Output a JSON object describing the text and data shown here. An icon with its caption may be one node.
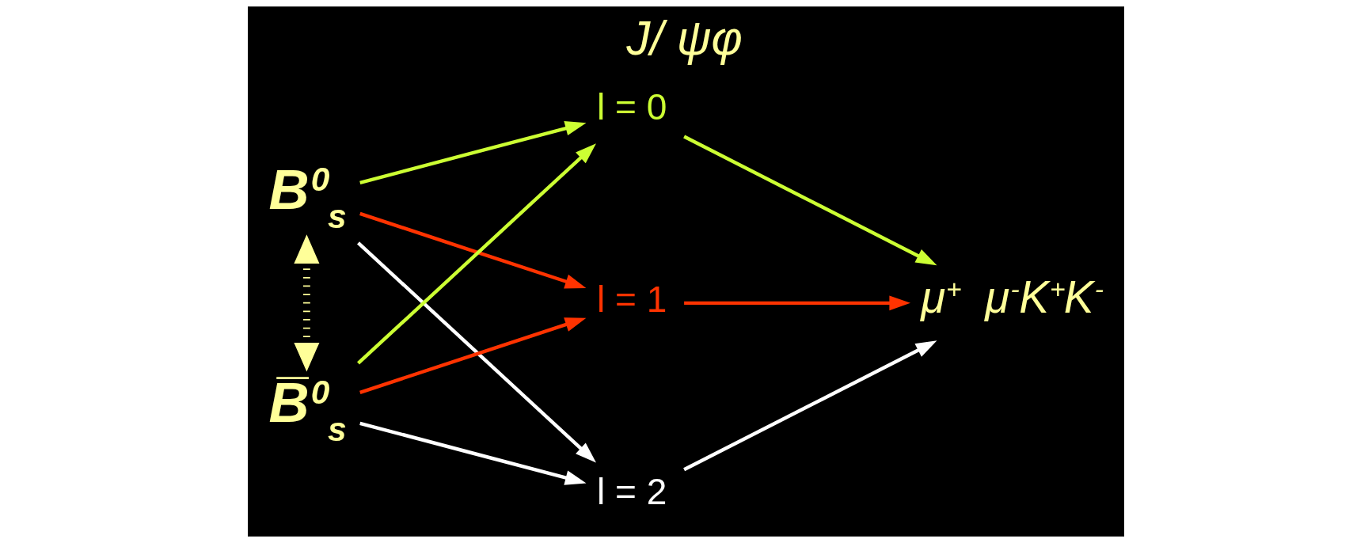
{
  "diagram": {
    "title": "J/ ψφ",
    "nodes": [
      {
        "text": [
          "B$^{0}$$_{s}$"
        ]
      },
      {
        "text": [
          "B̅$^{0}$$_{s}$"
        ]
      },
      {
        "text": [
          "l = 0"
        ]
      },
      {
        "text": [
          "l = 1"
        ]
      },
      {
        "text": [
          "l = 2"
        ]
      },
      {
        "text": [
          "μ$^{+}$ μ$^{-}$K$^{+}$K$^{-}$"
        ]
      }
    ],
    "edges": [
      {
        "from": 0,
        "to": 2,
        "arrow": "to",
        "color": "#ccff33"
      },
      {
        "from": 0,
        "to": 3,
        "arrow": "to",
        "color": "#ff3300"
      },
      {
        "from": 0,
        "to": 4,
        "arrow": "to",
        "color": "#ffffff"
      },
      {
        "from": 1,
        "to": 2,
        "arrow": "to",
        "color": "#ccff33"
      },
      {
        "from": 1,
        "to": 3,
        "arrow": "to",
        "color": "#ff3300"
      },
      {
        "from": 1,
        "to": 4,
        "arrow": "to",
        "color": "#ffffff"
      },
      {
        "from": 2,
        "to": 5,
        "arrow": "to",
        "color": "#ccff33"
      },
      {
        "from": 3,
        "to": 5,
        "arrow": "to",
        "color": "#ff3300"
      },
      {
        "from": 4,
        "to": 5,
        "arrow": "to",
        "color": "#ffffff"
      },
      {
        "from": 0,
        "to": 1,
        "arrow": "both",
        "style": "dashed",
        "color": "#ffff99"
      }
    ]
  }
}
